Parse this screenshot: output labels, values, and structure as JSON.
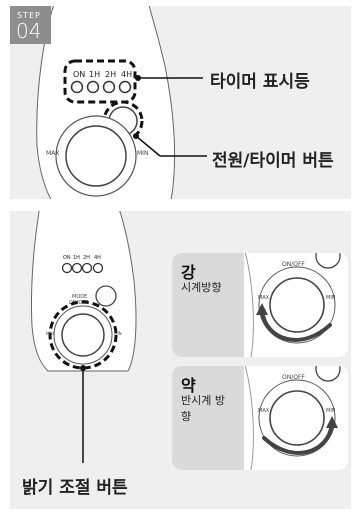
{
  "step": {
    "label": "STEP",
    "number": "04"
  },
  "indicators": {
    "on": "ON",
    "h1": "1H",
    "h2": "2H",
    "h4": "4H"
  },
  "mode_button": {
    "line1": "MODE",
    "line2": "ON/OFF"
  },
  "dial": {
    "max": "MAX",
    "min": "MIN"
  },
  "callouts": {
    "timer_indicator": "타이머 표시등",
    "power_timer_button": "전원/타이머 버튼",
    "brightness_button": "밝기 조절 버튼"
  },
  "cards": [
    {
      "title": "강",
      "desc": "시계방향",
      "mode_label": "ON/OFF",
      "max": "MAX",
      "min": "MIN"
    },
    {
      "title": "약",
      "desc": "반시계 방향",
      "mode_label": "ON/OFF",
      "max": "MAX",
      "min": "MIN"
    }
  ],
  "colors": {
    "panel": "#efefef",
    "step_badge": "#8e8e8e",
    "card_dark": "#dadada"
  }
}
